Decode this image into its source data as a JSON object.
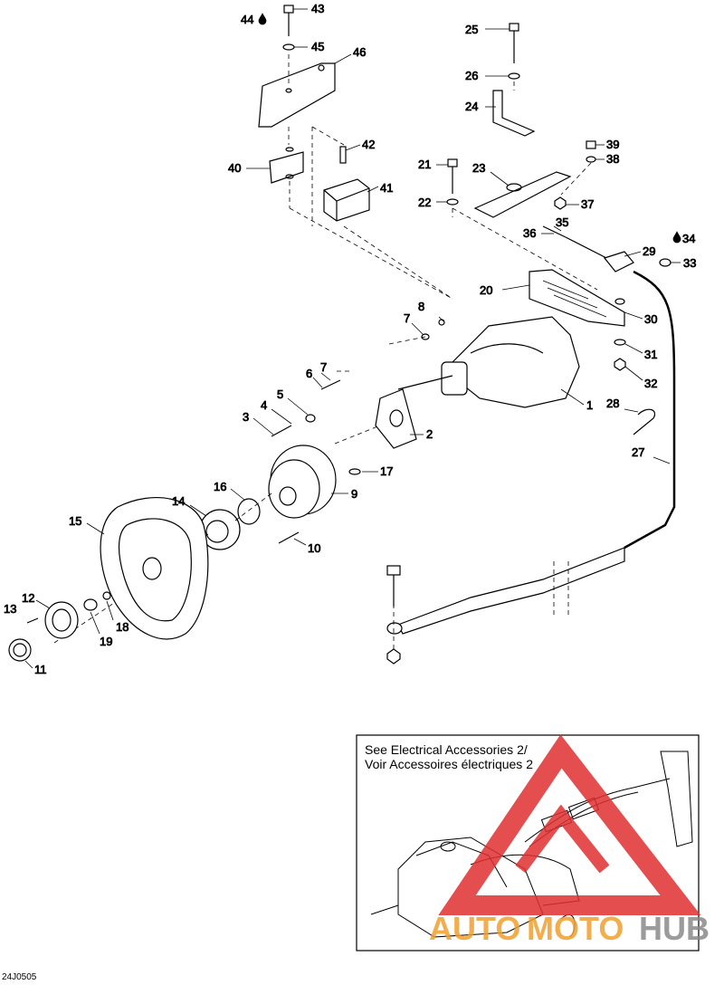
{
  "diagram_code": "24J0505",
  "inset": {
    "line1": "See Electrical Accessories 2/",
    "line2": "Voir Accessoires électriques 2"
  },
  "watermark": {
    "part1": "AUTO",
    "part2": "MOTO",
    "part3": "HUB",
    "color_orange": "#f0a030",
    "color_gray": "#8a8a8a",
    "color_red": "#e03030"
  },
  "callouts": {
    "c1": "1",
    "c2": "2",
    "c3": "3",
    "c4": "4",
    "c5": "5",
    "c6": "6",
    "c7a": "7",
    "c7b": "7",
    "c8": "8",
    "c9": "9",
    "c10": "10",
    "c11": "11",
    "c12": "12",
    "c13": "13",
    "c14": "14",
    "c15": "15",
    "c16": "16",
    "c17": "17",
    "c18": "18",
    "c19": "19",
    "c20": "20",
    "c21": "21",
    "c22": "22",
    "c23": "23",
    "c24": "24",
    "c25": "25",
    "c26": "26",
    "c27": "27",
    "c28": "28",
    "c29": "29",
    "c30": "30",
    "c31": "31",
    "c32": "32",
    "c33": "33",
    "c34": "34",
    "c35": "35",
    "c36": "36",
    "c37": "37",
    "c38": "38",
    "c39": "39",
    "c40": "40",
    "c41": "41",
    "c42": "42",
    "c43": "43",
    "c44": "44",
    "c45": "45",
    "c46": "46"
  },
  "icons": {
    "drop": "oil-drop-icon"
  }
}
